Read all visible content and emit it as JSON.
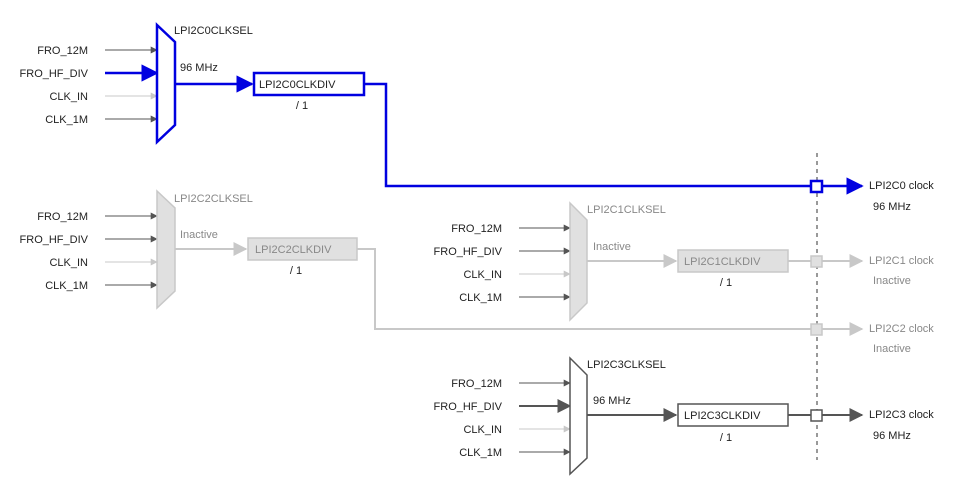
{
  "colors": {
    "active": "#0000e0",
    "normal": "#555555",
    "inactive": "#c8c8c8",
    "inactive_text": "#888888",
    "box_fill_inactive": "#e0e0e0"
  },
  "inputs": {
    "fro_12m": "FRO_12M",
    "fro_hf_div": "FRO_HF_DIV",
    "clk_in": "CLK_IN",
    "clk_1m": "CLK_1M"
  },
  "lpi2c0": {
    "mux_label": "LPI2C0CLKSEL",
    "mux_freq": "96 MHz",
    "div_label": "LPI2C0CLKDIV",
    "div_ratio": "/ 1",
    "out_label": "LPI2C0 clock",
    "out_freq": "96 MHz"
  },
  "lpi2c2": {
    "mux_label": "LPI2C2CLKSEL",
    "mux_state": "Inactive",
    "div_label": "LPI2C2CLKDIV",
    "div_ratio": "/ 1",
    "out_label": "LPI2C2 clock",
    "out_state": "Inactive"
  },
  "lpi2c1": {
    "mux_label": "LPI2C1CLKSEL",
    "mux_state": "Inactive",
    "div_label": "LPI2C1CLKDIV",
    "div_ratio": "/ 1",
    "out_label": "LPI2C1 clock",
    "out_state": "Inactive"
  },
  "lpi2c3": {
    "mux_label": "LPI2C3CLKSEL",
    "mux_freq": "96 MHz",
    "div_label": "LPI2C3CLKDIV",
    "div_ratio": "/ 1",
    "out_label": "LPI2C3 clock",
    "out_freq": "96 MHz"
  }
}
